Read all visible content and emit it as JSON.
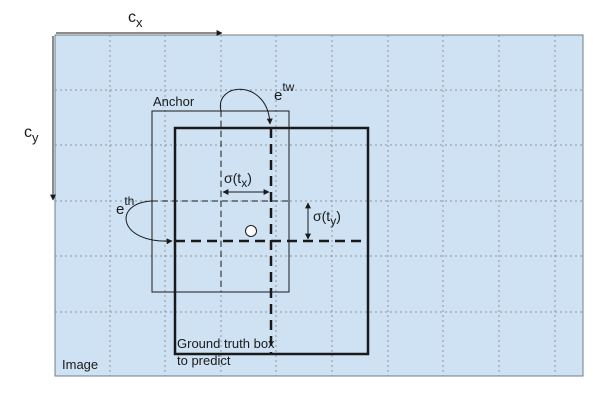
{
  "diagram": {
    "labels": {
      "cx_base": "c",
      "cx_sub": "x",
      "cy_base": "c",
      "cy_sub": "y",
      "anchor": "Anchor",
      "etw_base": "e",
      "etw_sup": "tw",
      "eth_base": "e",
      "eth_sup": "th",
      "sigma_tx_pre": "σ(t",
      "sigma_tx_sub": "x",
      "sigma_tx_post": ")",
      "sigma_ty_pre": "σ(t",
      "sigma_ty_sub": "y",
      "sigma_ty_post": ")",
      "gt_line1": "Ground truth box",
      "gt_line2": "to predict",
      "image": "Image"
    },
    "colors": {
      "image_fill": "#cfe2f3",
      "grid_line": "#8a96a3",
      "stroke": "#1a1a1a"
    }
  }
}
